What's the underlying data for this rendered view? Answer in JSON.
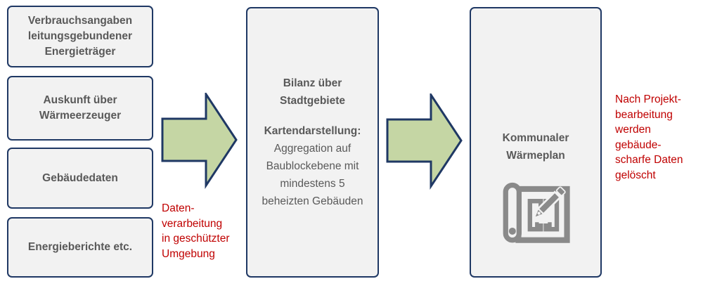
{
  "diagram": {
    "sources": [
      {
        "label": "Verbrauchsangaben\nleitungsgebundener\nEnergieträger"
      },
      {
        "label": "Auskunft über\nWärmeerzeuger"
      },
      {
        "label": "Gebäudedaten"
      },
      {
        "label": "Energieberichte etc."
      }
    ],
    "process": {
      "title": "Bilanz über\nStadtgebiete",
      "map_heading": "Kartendarstellung:",
      "map_body": "Aggregation auf\nBaublockebene mit\nmindestens 5\nbeheizten Gebäuden"
    },
    "result": {
      "title": "Kommunaler\nWärmeplan",
      "icon": "blueprint-pencil-icon"
    },
    "notes": {
      "processing": "Daten-\nverarbeitung\nin geschützter\nUmgebung",
      "deletion": "Nach Projekt-\nbearbeitung\nwerden\ngebäude-\nscharfe Daten\ngelöscht"
    },
    "colors": {
      "box_fill": "#f2f2f2",
      "box_border": "#1f3864",
      "box_text": "#595959",
      "arrow_fill": "#c5d6a4",
      "arrow_border": "#1f3864",
      "note_text": "#c00000",
      "icon_gray": "#8a8a8a"
    }
  }
}
